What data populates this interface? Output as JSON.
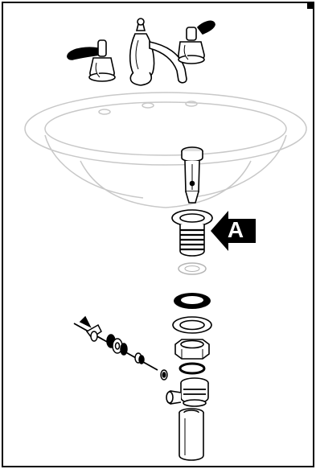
{
  "diagram": {
    "callout": {
      "letter": "A",
      "color": "#000000"
    },
    "line_color": "#000000",
    "ghost_color": "#c8c8c8",
    "parts": [
      "faucet-spout",
      "faucet-handle-left",
      "faucet-handle-right",
      "sink-basin",
      "pop-up-stopper",
      "drain-flange",
      "flange-gasket",
      "rubber-washer",
      "friction-washer",
      "mounting-nut",
      "o-ring",
      "drain-body-tee",
      "tailpiece",
      "pivot-rod-assembly"
    ]
  }
}
